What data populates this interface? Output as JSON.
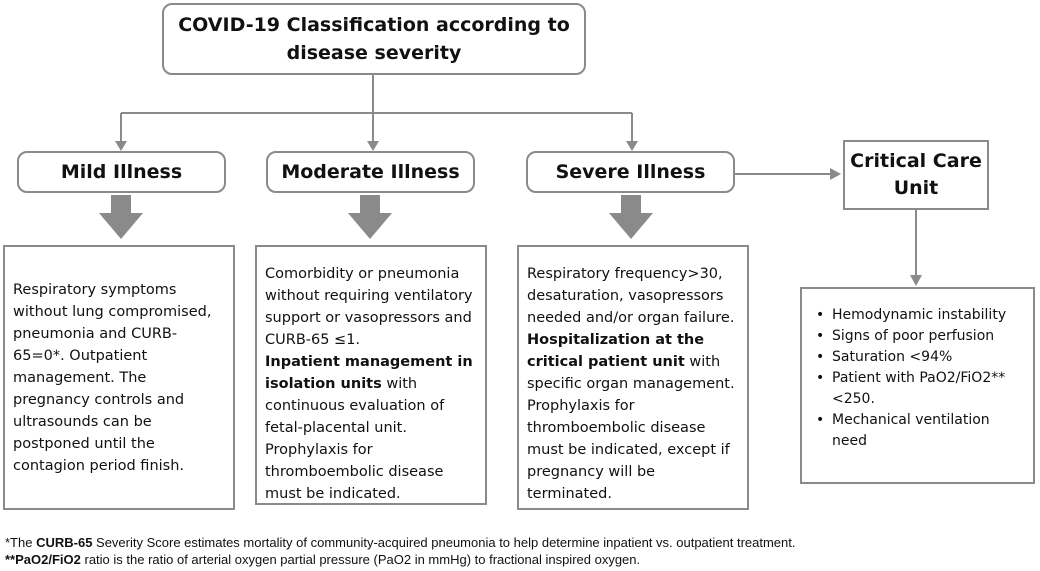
{
  "title": "COVID-19 Classification according to disease severity",
  "categories": {
    "mild": "Mild Illness",
    "moderate": "Moderate Illness",
    "severe": "Severe Illness",
    "critical_line1": "Critical Care",
    "critical_line2": "Unit"
  },
  "descriptions": {
    "mild": "Respiratory symptoms without lung compromised, pneumonia and CURB-65=0*. Outpatient management. The pregnancy controls and ultrasounds can be postponed until the contagion period finish.",
    "moderate_part1": "Comorbidity or pneumonia without requiring ventilatory support or vasopressors and CURB-65 ≤1.",
    "moderate_bold": "Inpatient management in isolation units",
    "moderate_part2": " with continuous evaluation of fetal-placental unit. Prophylaxis for thromboembolic disease must be indicated.",
    "severe_part1": "Respiratory frequency>30, desaturation, vasopressors needed and/or organ failure.",
    "severe_bold": "Hospitalization at the critical patient unit",
    "severe_part2": " with specific organ management. Prophylaxis for thromboembolic disease must be indicated, except if pregnancy will be terminated."
  },
  "critical_items": [
    "Hemodynamic instability",
    "Signs of poor perfusion",
    "Saturation <94%",
    "Patient with PaO2/FiO2** <250.",
    "Mechanical ventilation need"
  ],
  "footnotes": {
    "note1_prefix": "*The ",
    "note1_bold": "CURB-65",
    "note1_text": " Severity Score estimates mortality of community-acquired pneumonia to help determine inpatient vs. outpatient treatment.",
    "note2_bold": "**PaO2/FiO2",
    "note2_text": " ratio is the ratio of arterial oxygen partial pressure (PaO2 in mmHg) to fractional inspired oxygen."
  },
  "colors": {
    "border": "#8a8a8a",
    "connector": "#8a8a8a"
  }
}
